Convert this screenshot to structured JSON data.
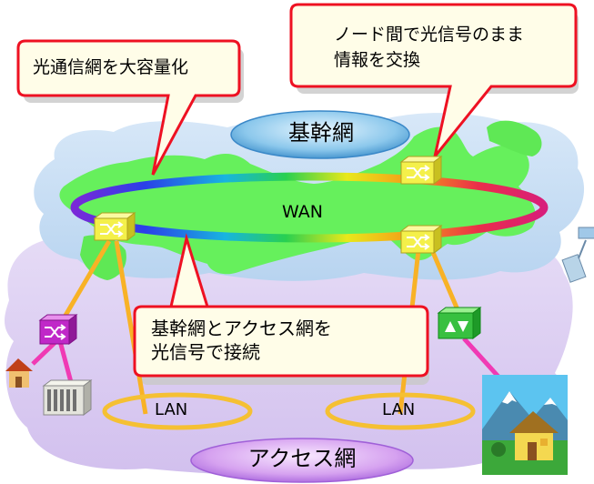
{
  "callouts": {
    "optical_capacity": "光通信網を大容量化",
    "node_exchange": "ノード間で光信号のまま\n情報を交換",
    "access_link": "基幹網とアクセス網を\n光信号で接続"
  },
  "labels": {
    "backbone": "基幹網",
    "wan": "WAN",
    "lan_left": "LAN",
    "lan_right": "LAN",
    "access": "アクセス網"
  },
  "colors": {
    "sky_blue": "#cfe2f6",
    "lavender": "#dcd0f2",
    "land_green": "#66f05c",
    "callout_border": "#ee1122",
    "callout_fill": "#fffde8",
    "node_yellow": "#f4f04a",
    "lan_ring": "#f5c033",
    "link_orange": "#f8b226",
    "link_pink": "#f03ab4"
  },
  "icons": {
    "optical_node": "switch-cube-icon",
    "access_switch": "switch-cube-icon",
    "amplifier": "triangle-cube-icon",
    "house": "house-icon",
    "building": "building-icon",
    "satellite": "satellite-icon"
  }
}
